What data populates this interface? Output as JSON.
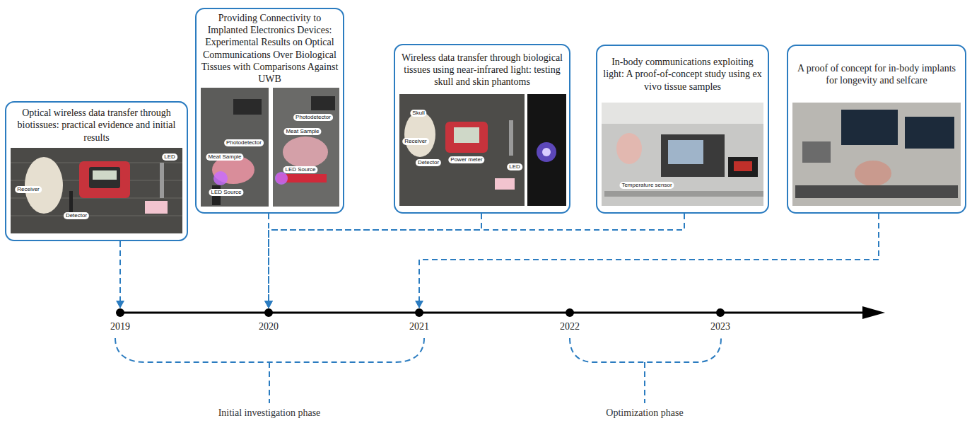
{
  "diagram": {
    "nodes": [
      {
        "text": [
          "Optical wireless data transfer through biotissues: practical evidence and initial results"
        ]
      },
      {
        "text": [
          "Providing Connectivity to Implanted Electronics Devices: Experimental Results on Optical Communications Over Biological Tissues with Comparisons Against UWB"
        ]
      },
      {
        "text": [
          "Wireless data transfer through biological tissues using near-infrared light: testing skull and skin phantoms"
        ]
      },
      {
        "text": [
          "In-body communications exploiting light: A proof-of-concept study using ex vivo tissue samples"
        ]
      },
      {
        "text": [
          "A proof of concept for in-body implants for longevity and selfcare"
        ]
      },
      {
        "text": [
          "2019"
        ]
      },
      {
        "text": [
          "2020"
        ]
      },
      {
        "text": [
          "2021"
        ]
      },
      {
        "text": [
          "2022"
        ]
      },
      {
        "text": [
          "2023"
        ]
      }
    ],
    "edges": [
      {
        "from": 0,
        "to": 5,
        "arrow": "to"
      },
      {
        "from": 1,
        "to": 6,
        "arrow": "to"
      },
      {
        "from": 2,
        "to": 6,
        "arrow": "to"
      },
      {
        "from": 3,
        "to": 6,
        "arrow": "to"
      },
      {
        "from": 4,
        "to": 7,
        "arrow": "to"
      }
    ],
    "labels": [
      "Receiver",
      "Detector",
      "LED",
      "Photodetector",
      "Meat Sample",
      "LED Source",
      "Photodetector",
      "Meat Sample",
      "LED Source",
      "Skull",
      "Receiver",
      "Detector",
      "Power meter",
      "LED",
      "Temperature sensor",
      "Initial investigation phase",
      "Optimization phase"
    ]
  }
}
